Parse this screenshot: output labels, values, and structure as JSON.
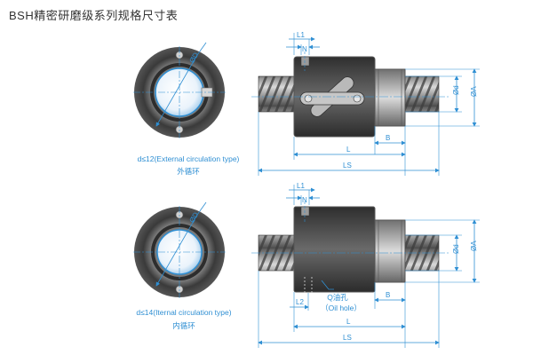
{
  "title": "BSH精密研磨级系列规格尺寸表",
  "external": {
    "caption": "d≤12(External circulation type)",
    "type_cn": "外循环",
    "labels": {
      "D": "ØD",
      "L1": "L1",
      "N": "N",
      "d": "Ød",
      "A": "ØA",
      "L": "L",
      "B": "B",
      "LS": "LS"
    }
  },
  "internal": {
    "caption": "d≤14(Iternal circulation type)",
    "type_cn": "内循环",
    "labels": {
      "D": "ØD",
      "L1": "L1",
      "N": "N",
      "d": "Ød",
      "A": "ØA",
      "L": "L",
      "B": "B",
      "LS": "LS",
      "L2": "L2"
    },
    "oil_hole_cn": "Q油孔",
    "oil_hole_en": "（Oil hole）"
  },
  "colors": {
    "dimension": "#2f8fd3",
    "body_dark": "#4a4a4a",
    "flange_light": "#9a9a9a",
    "screw": "#6e6e6e"
  }
}
